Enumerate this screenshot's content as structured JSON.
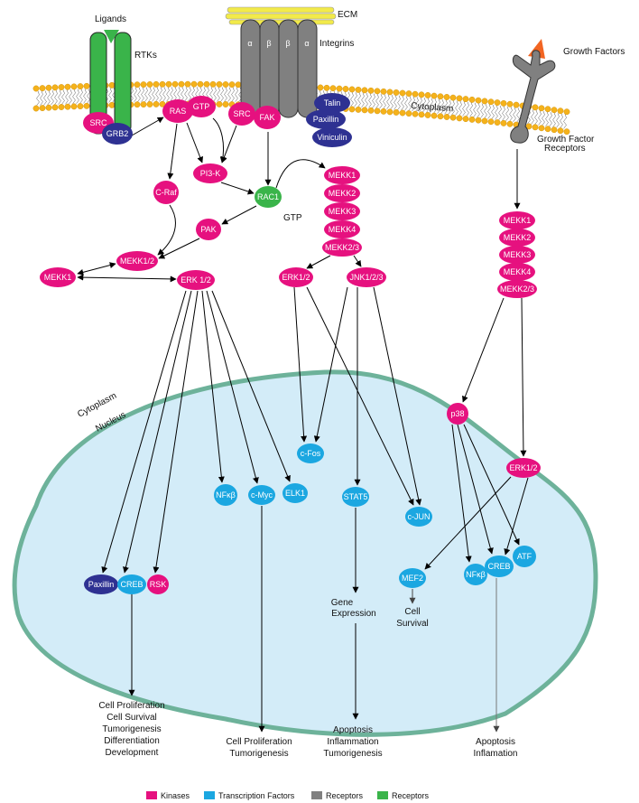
{
  "colors": {
    "kinase": "#e6117f",
    "transcription_factor": "#1ba7e1",
    "receptor_gray": "#808080",
    "receptor_green": "#3ab44a",
    "adaptor": "#2e3192",
    "nucleus_fill": "#d3ecf8",
    "nucleus_border": "#6db29a",
    "membrane_head": "#f5b21b",
    "ecm": "#f2ea4a",
    "growth_factor": "#f26522"
  },
  "labels": {
    "ligands": "Ligands",
    "rtks": "RTKs",
    "ecm": "ECM",
    "integrins": "Integrins",
    "growth_factors": "Growth Factors",
    "growth_factor_receptors_1": "Growth Factor",
    "growth_factor_receptors_2": "Receptors",
    "cytoplasm_membrane": "Cytoplasm",
    "cytoplasm_nucleus": "Cytoplasm",
    "nucleus": "Nucleus",
    "gtp_rac1": "GTP",
    "integrin_alpha_1": "α",
    "integrin_beta_1": "β",
    "integrin_beta_2": "β",
    "integrin_alpha_2": "α"
  },
  "nodes": {
    "src1": "SRC",
    "grb2": "GRB2",
    "ras": "RAS",
    "gtp": "GTP",
    "src2": "SRC",
    "fak": "FAK",
    "talin": "Talin",
    "paxillin_top": "Paxillin",
    "viniculin": "Viniculin",
    "pi3k": "PI3-K",
    "craf": "C-Raf",
    "rac1": "RAC1",
    "pak": "PAK",
    "mekk12": "MEKK1/2",
    "mekk1_left": "MEKK1",
    "erk12_left": "ERK 1/2",
    "mid_mekk1": "MEKK1",
    "mid_mekk2": "MEKK2",
    "mid_mekk3": "MEKK3",
    "mid_mekk4": "MEKK4",
    "mid_mekk23": "MEKK2/3",
    "erk12_mid": "ERK1/2",
    "jnk": "JNK1/2/3",
    "r_mekk1": "MEKK1",
    "r_mekk2": "MEKK2",
    "r_mekk3": "MEKK3",
    "r_mekk4": "MEKK4",
    "r_mekk23": "MEKK2/3",
    "p38": "p38",
    "erk12_right": "ERK1/2",
    "cfos": "c-Fos",
    "nfkb1": "NFκβ",
    "cmyc": "c-Myc",
    "elk1": "ELK1",
    "stat5": "STAT5",
    "cjun": "c-JUN",
    "paxillin_nuc": "Paxillin",
    "creb1": "CREB",
    "rsk": "RSK",
    "mef2": "MEF2",
    "nfkb2": "NFκβ",
    "creb2": "CREB",
    "atf": "ATF"
  },
  "inner_outputs": {
    "gene_expression": [
      "Gene",
      "Expression"
    ],
    "cell_survival": [
      "Cell",
      "Survival"
    ]
  },
  "outcomes": {
    "left": [
      "Cell Proliferation",
      "Cell Survival",
      "Tumorigenesis",
      "Differentiation",
      "Development"
    ],
    "center_left": [
      "Cell Proliferation",
      "Tumorigenesis"
    ],
    "center_right": [
      "Apoptosis",
      "Inflammation",
      "Tumorigenesis"
    ],
    "right": [
      "Apoptosis",
      "Inflamation"
    ]
  },
  "legend": [
    {
      "label": "Kinases",
      "color": "#e6117f"
    },
    {
      "label": "Transcription Factors",
      "color": "#1ba7e1"
    },
    {
      "label": "Receptors",
      "color": "#808080"
    },
    {
      "label": "Receptors",
      "color": "#3ab44a"
    }
  ]
}
